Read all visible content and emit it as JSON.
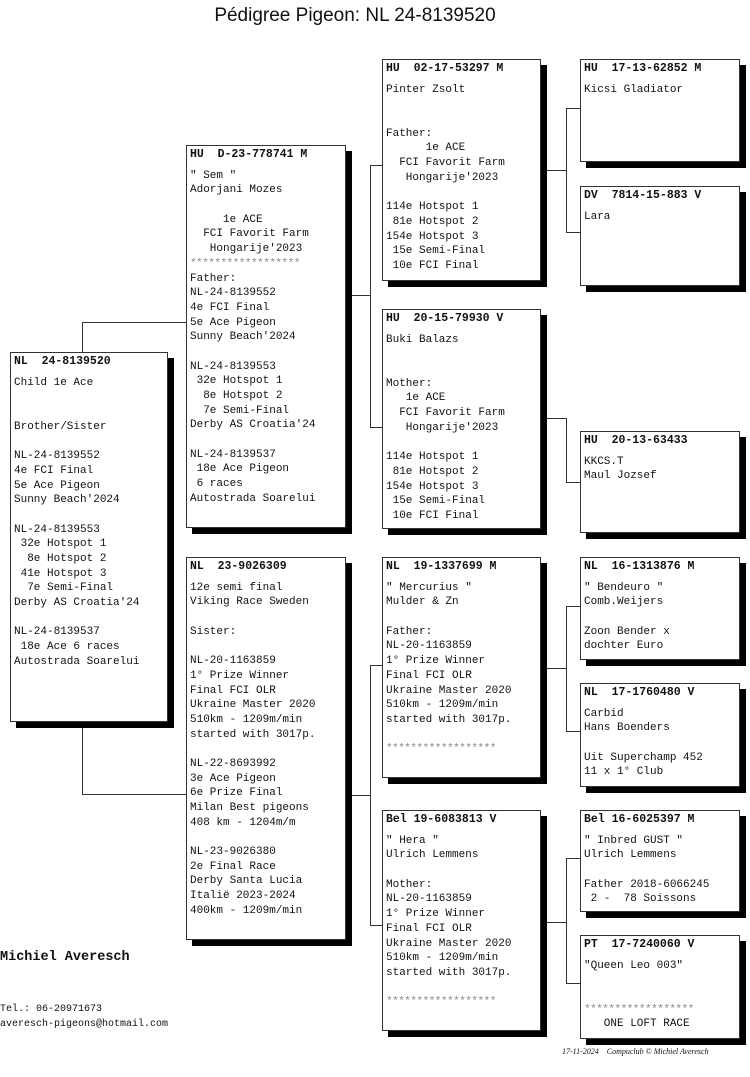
{
  "title": "Pédigree Pigeon: NL  24-8139520",
  "pigeons": {
    "subject": {
      "header": "NL  24-8139520",
      "lines": [
        "Child 1e Ace",
        "",
        "",
        "Brother/Sister",
        "",
        "NL-24-8139552",
        "4e FCI Final",
        "5e Ace Pigeon",
        "Sunny Beach'2024",
        "",
        "NL-24-8139553",
        " 32e Hotspot 1",
        "  8e Hotspot 2",
        " 41e Hotspot 3",
        "  7e Semi-Final",
        "Derby AS Croatia'24",
        "",
        "NL-24-8139537",
        " 18e Ace 6 races",
        "Autostrada Soarelui"
      ]
    },
    "sire": {
      "header": "HU  D-23-778741 M",
      "lines": [
        "\" Sem \"",
        "Adorjani Mozes",
        "",
        "     1e ACE",
        "  FCI Favorit Farm",
        "   Hongarije'2023",
        "******************",
        "Father:",
        "NL-24-8139552",
        "4e FCI Final",
        "5e Ace Pigeon",
        "Sunny Beach'2024",
        "",
        "NL-24-8139553",
        " 32e Hotspot 1",
        "  8e Hotspot 2",
        "  7e Semi-Final",
        "Derby AS Croatia'24",
        "",
        "NL-24-8139537",
        " 18e Ace Pigeon",
        " 6 races",
        "Autostrada Soarelui"
      ]
    },
    "dam": {
      "header": "NL  23-9026309",
      "lines": [
        "12e semi final",
        "Viking Race Sweden",
        "",
        "Sister:",
        "",
        "NL-20-1163859",
        "1° Prize Winner",
        "Final FCI OLR",
        "Ukraine Master 2020",
        "510km - 1209m/min",
        "started with 3017p.",
        "",
        "NL-22-8693992",
        "3e Ace Pigeon",
        "6e Prize Final",
        "Milan Best pigeons",
        "408 km - 1204m/m",
        "",
        "NL-23-9026380",
        "2e Final Race",
        "Derby Santa Lucia",
        "Italië 2023-2024",
        "400km - 1209m/min"
      ]
    },
    "sire_sire": {
      "header": "HU  02-17-53297 M",
      "lines": [
        "Pinter Zsolt",
        "",
        "",
        "Father:",
        "      1e ACE",
        "  FCI Favorit Farm",
        "   Hongarije'2023",
        "",
        "114e Hotspot 1",
        " 81e Hotspot 2",
        "154e Hotspot 3",
        " 15e Semi-Final",
        " 10e FCI Final"
      ]
    },
    "sire_dam": {
      "header": "HU  20-15-79930 V",
      "lines": [
        "Buki Balazs",
        "",
        "",
        "Mother:",
        "   1e ACE",
        "  FCI Favorit Farm",
        "   Hongarije'2023",
        "",
        "114e Hotspot 1",
        " 81e Hotspot 2",
        "154e Hotspot 3",
        " 15e Semi-Final",
        " 10e FCI Final"
      ]
    },
    "dam_sire": {
      "header": "NL  19-1337699 M",
      "lines": [
        "\" Mercurius \"",
        "Mulder & Zn",
        "",
        "Father:",
        "NL-20-1163859",
        "1° Prize Winner",
        "Final FCI OLR",
        "Ukraine Master 2020",
        "510km - 1209m/min",
        "started with 3017p.",
        "",
        "******************"
      ]
    },
    "dam_dam": {
      "header": "Bel 19-6083813 V",
      "lines": [
        "\" Hera \"",
        "Ulrich Lemmens",
        "",
        "Mother:",
        "NL-20-1163859",
        "1° Prize Winner",
        "Final FCI OLR",
        "Ukraine Master 2020",
        "510km - 1209m/min",
        "started with 3017p.",
        "",
        "******************"
      ]
    },
    "ss_sire": {
      "header": "HU  17-13-62852 M",
      "lines": [
        "Kicsi Gladiator"
      ]
    },
    "ss_dam": {
      "header": "DV  7814-15-883 V",
      "lines": [
        "Lara"
      ]
    },
    "sd_dam": {
      "header": "HU  20-13-63433",
      "lines": [
        "KKCS.T",
        "Maul Jozsef"
      ]
    },
    "ds_sire": {
      "header": "NL  16-1313876 M",
      "lines": [
        "\" Bendeuro \"",
        "Comb.Weijers",
        "",
        "Zoon Bender x",
        "dochter Euro"
      ]
    },
    "ds_dam": {
      "header": "NL  17-1760480 V",
      "lines": [
        "Carbid",
        "Hans Boenders",
        "",
        "Uit Superchamp 452",
        "11 x 1° Club"
      ]
    },
    "dd_sire": {
      "header": "Bel 16-6025397 M",
      "lines": [
        "\" Inbred GUST \"",
        "Ulrich Lemmens",
        "",
        "Father 2018-6066245",
        " 2 -  78 Soissons"
      ]
    },
    "dd_dam": {
      "header": "PT  17-7240060 V",
      "lines": [
        "\"Queen Leo 003\"",
        "",
        "",
        "******************",
        "   ONE LOFT RACE"
      ]
    }
  },
  "owner": {
    "name": "Michiel Averesch",
    "phone": "Tel.: 06-20971673",
    "email": "averesch-pigeons@hotmail.com"
  },
  "footer": {
    "date": "17-11-2024",
    "credit": "Compuclub © Michiel Averesch"
  }
}
